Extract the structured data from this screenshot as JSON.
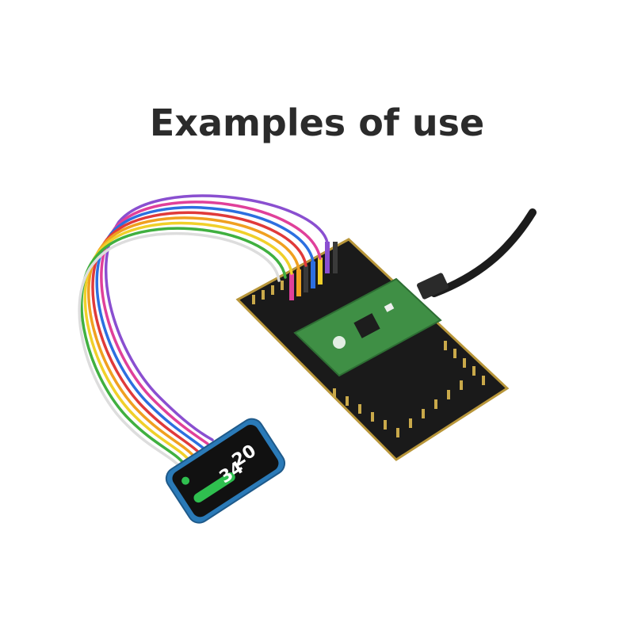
{
  "heading": "Examples of use",
  "display": {
    "hour": "20",
    "minute": "34"
  },
  "colors": {
    "board": "#1a1a1a",
    "board_edge": "#b8963a",
    "pico": "#3f8f45",
    "wires": [
      "#8a4fd0",
      "#e0409a",
      "#2c6fe0",
      "#e03a3a",
      "#f0a020",
      "#f0d02a",
      "#40b040",
      "#ffffff",
      "#3a3a3a"
    ]
  }
}
